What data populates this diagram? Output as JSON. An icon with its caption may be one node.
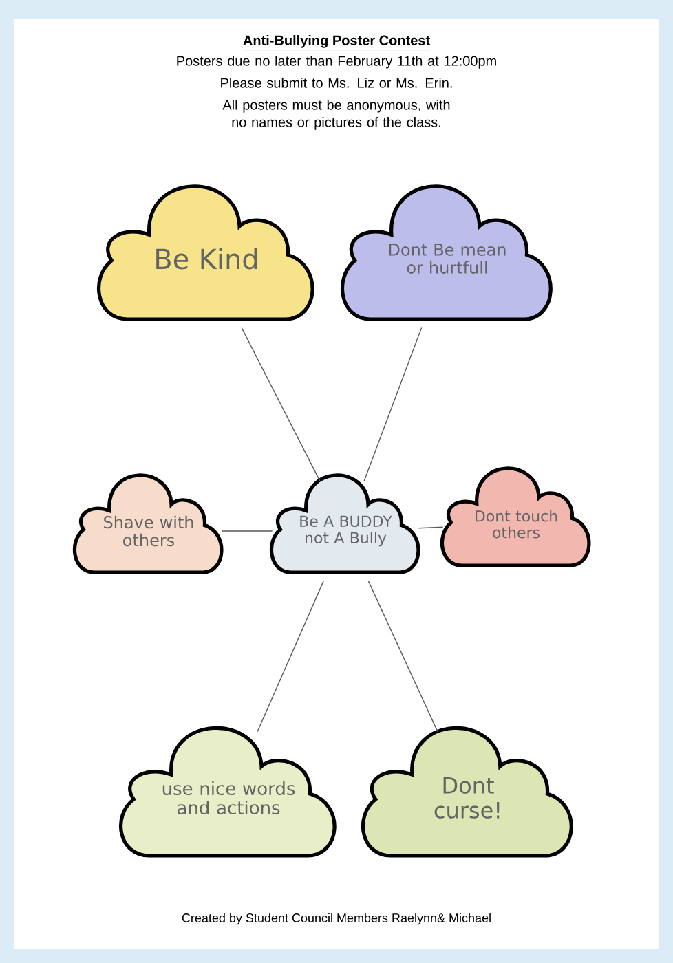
{
  "diagram": {
    "title": "Anti-Bullying Poster Contest",
    "nodes": [
      {
        "text": [
          "Be Kind"
        ]
      },
      {
        "text": [
          "Dont Be mean or hurtfull"
        ]
      },
      {
        "text": [
          "Shave with others"
        ]
      },
      {
        "text": [
          "Be A BUDDY not A Bully"
        ]
      },
      {
        "text": [
          "Dont touch others"
        ]
      },
      {
        "text": [
          "use nice words and actions"
        ]
      },
      {
        "text": [
          "Dont curse!"
        ]
      }
    ],
    "edges": [
      {
        "from": 3,
        "to": 0,
        "arrow": "none"
      },
      {
        "from": 3,
        "to": 1,
        "arrow": "none"
      },
      {
        "from": 3,
        "to": 2,
        "arrow": "none"
      },
      {
        "from": 3,
        "to": 4,
        "arrow": "none"
      },
      {
        "from": 3,
        "to": 5,
        "arrow": "none"
      },
      {
        "from": 3,
        "to": 6,
        "arrow": "none"
      }
    ],
    "labels": [
      "Posters due no later than February 11th at 12:00pm",
      "Please submit to Ms. Liz or Ms. Erin.",
      "All posters must be anonymous, with no names or pictures of the class."
    ],
    "caption": "Created by Student Council Members Raelynn& Michael"
  }
}
